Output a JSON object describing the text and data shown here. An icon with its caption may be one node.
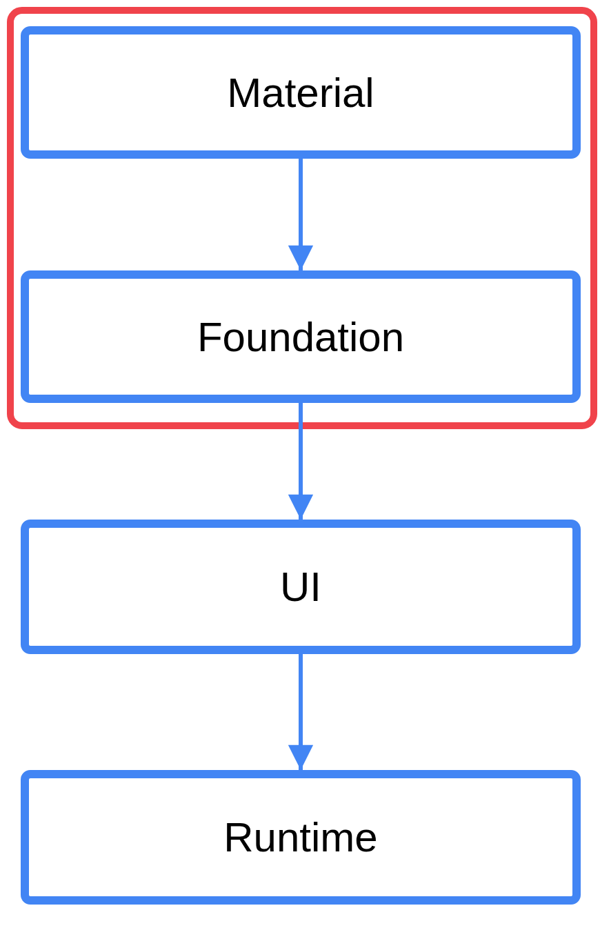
{
  "diagram": {
    "nodes": [
      {
        "text": [],
        "shape": "box"
      },
      {
        "text": [
          "Material"
        ],
        "in": 0
      },
      {
        "text": [
          "Foundation"
        ],
        "in": 0
      },
      {
        "text": [
          "UI"
        ]
      },
      {
        "text": [
          "Runtime"
        ]
      }
    ],
    "edges": [
      {
        "from": 1,
        "to": 2,
        "arrow": "to"
      },
      {
        "from": 2,
        "to": 3,
        "arrow": "to"
      },
      {
        "from": 3,
        "to": 4,
        "arrow": "to"
      }
    ]
  }
}
